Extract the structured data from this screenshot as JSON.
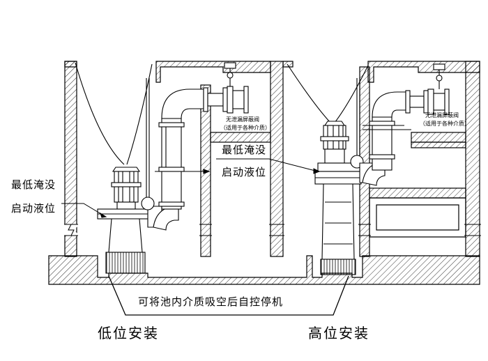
{
  "labels": {
    "left_min_submergence": "最低淹没",
    "left_start_level": "启动液位",
    "right_min_submergence": "最低淹没",
    "right_start_level": "启动液位",
    "valve_left_line1": "无泄漏屏蔽阀",
    "valve_left_line2": "（适用于各种介质）",
    "valve_right_line1": "无泄漏屏蔽阀",
    "valve_right_line2": "（适用于各种介质）",
    "bottom_note": "可将池内介质吸空后自控停机",
    "caption_low": "低位安装",
    "caption_high": "高位安装"
  }
}
